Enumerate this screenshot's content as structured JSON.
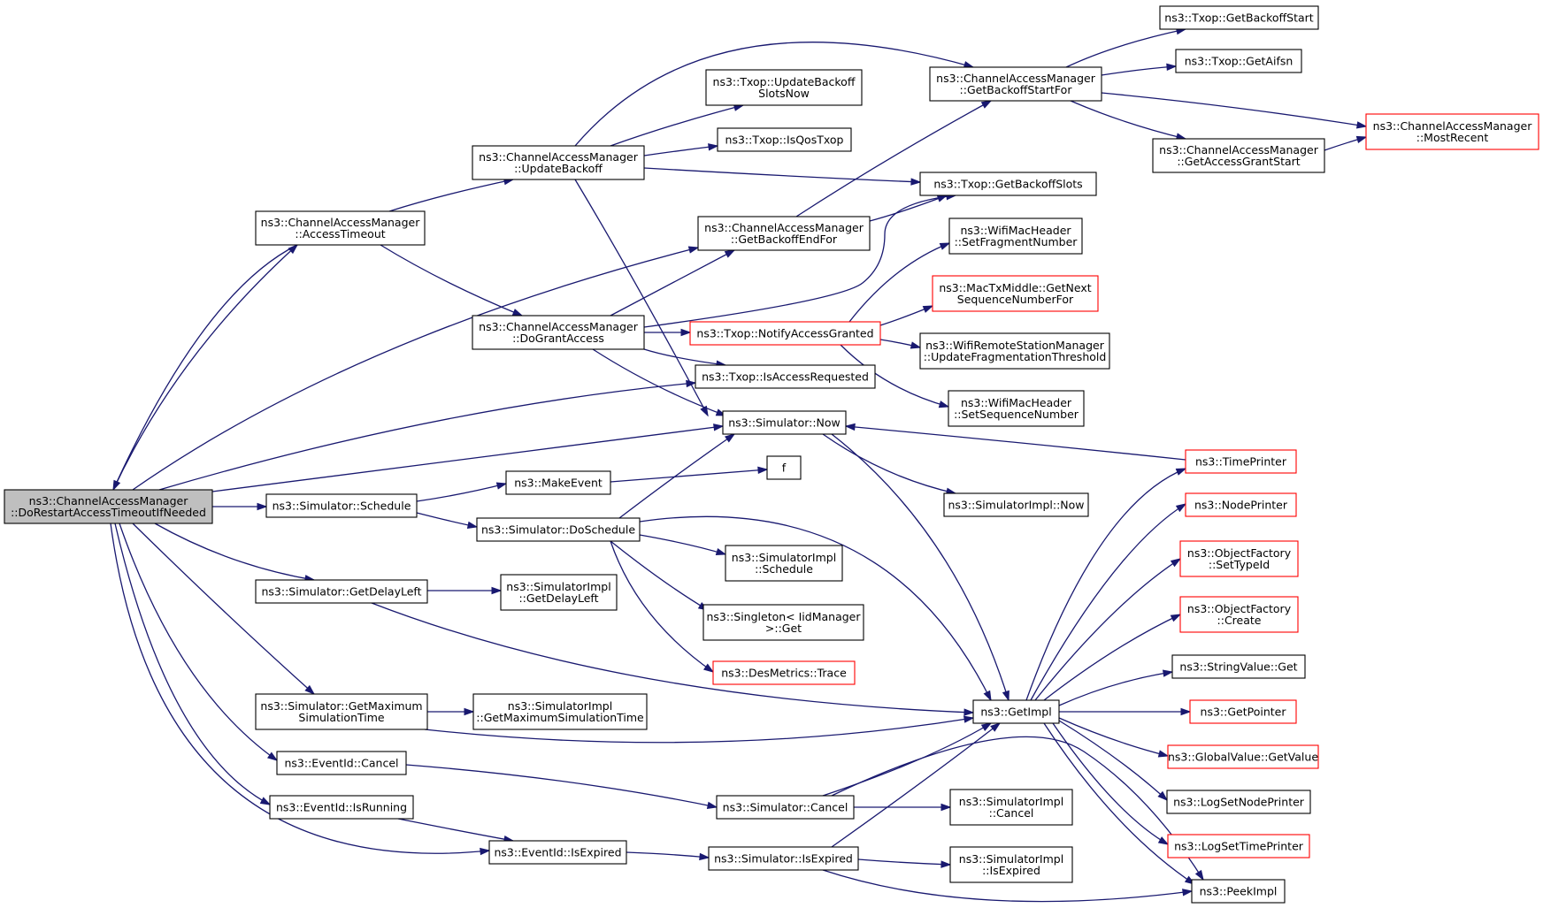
{
  "diagram": {
    "colors": {
      "edge": "#191970",
      "node_border": "#000000",
      "truncated_border": "#ff0000",
      "root_fill": "#bfbfbf"
    },
    "nodes": [
      {
        "id": "root",
        "lines": [
          "ns3::ChannelAccessManager",
          "::DoRestartAccessTimeoutIfNeeded"
        ],
        "style": "root"
      },
      {
        "id": "accessTimeout",
        "lines": [
          "ns3::ChannelAccessManager",
          "::AccessTimeout"
        ]
      },
      {
        "id": "updateBackoff",
        "lines": [
          "ns3::ChannelAccessManager",
          "::UpdateBackoff"
        ]
      },
      {
        "id": "doGrantAccess",
        "lines": [
          "ns3::ChannelAccessManager",
          "::DoGrantAccess"
        ]
      },
      {
        "id": "getBackoffEndFor",
        "lines": [
          "ns3::ChannelAccessManager",
          "::GetBackoffEndFor"
        ]
      },
      {
        "id": "getBackoffStartFor",
        "lines": [
          "ns3::ChannelAccessManager",
          "::GetBackoffStartFor"
        ]
      },
      {
        "id": "getAccessGrantStart",
        "lines": [
          "ns3::ChannelAccessManager",
          "::GetAccessGrantStart"
        ]
      },
      {
        "id": "mostRecent",
        "lines": [
          "ns3::ChannelAccessManager",
          "::MostRecent"
        ],
        "style": "truncated"
      },
      {
        "id": "txopGetBackoffStart",
        "lines": [
          "ns3::Txop::GetBackoffStart"
        ]
      },
      {
        "id": "txopGetAifsn",
        "lines": [
          "ns3::Txop::GetAifsn"
        ]
      },
      {
        "id": "txopUpdateBackoffSlotsNow",
        "lines": [
          "ns3::Txop::UpdateBackoff",
          "SlotsNow"
        ]
      },
      {
        "id": "txopIsQosTxop",
        "lines": [
          "ns3::Txop::IsQosTxop"
        ]
      },
      {
        "id": "txopGetBackoffSlots",
        "lines": [
          "ns3::Txop::GetBackoffSlots"
        ]
      },
      {
        "id": "setFragmentNumber",
        "lines": [
          "ns3::WifiMacHeader",
          "::SetFragmentNumber"
        ]
      },
      {
        "id": "getNextSequenceNumberFor",
        "lines": [
          "ns3::MacTxMiddle::GetNext",
          "SequenceNumberFor"
        ],
        "style": "truncated"
      },
      {
        "id": "notifyAccessGranted",
        "lines": [
          "ns3::Txop::NotifyAccessGranted"
        ],
        "style": "truncated"
      },
      {
        "id": "updateFragmentationThreshold",
        "lines": [
          "ns3::WifiRemoteStationManager",
          "::UpdateFragmentationThreshold"
        ]
      },
      {
        "id": "isAccessRequested",
        "lines": [
          "ns3::Txop::IsAccessRequested"
        ]
      },
      {
        "id": "setSequenceNumber",
        "lines": [
          "ns3::WifiMacHeader",
          "::SetSequenceNumber"
        ]
      },
      {
        "id": "simNow",
        "lines": [
          "ns3::Simulator::Now"
        ]
      },
      {
        "id": "timePrinter",
        "lines": [
          "ns3::TimePrinter"
        ],
        "style": "truncated"
      },
      {
        "id": "makeEvent",
        "lines": [
          "ns3::MakeEvent"
        ]
      },
      {
        "id": "f",
        "lines": [
          "f"
        ]
      },
      {
        "id": "simSchedule",
        "lines": [
          "ns3::Simulator::Schedule"
        ]
      },
      {
        "id": "simDoSchedule",
        "lines": [
          "ns3::Simulator::DoSchedule"
        ]
      },
      {
        "id": "simImplNow",
        "lines": [
          "ns3::SimulatorImpl::Now"
        ]
      },
      {
        "id": "nodePrinter",
        "lines": [
          "ns3::NodePrinter"
        ],
        "style": "truncated"
      },
      {
        "id": "simImplSchedule",
        "lines": [
          "ns3::SimulatorImpl",
          "::Schedule"
        ]
      },
      {
        "id": "objFactorySetTypeId",
        "lines": [
          "ns3::ObjectFactory",
          "::SetTypeId"
        ],
        "style": "truncated"
      },
      {
        "id": "simGetDelayLeft",
        "lines": [
          "ns3::Simulator::GetDelayLeft"
        ]
      },
      {
        "id": "simImplGetDelayLeft",
        "lines": [
          "ns3::SimulatorImpl",
          "::GetDelayLeft"
        ]
      },
      {
        "id": "singletonGet",
        "lines": [
          "ns3::Singleton< IidManager",
          ">::Get"
        ]
      },
      {
        "id": "objFactoryCreate",
        "lines": [
          "ns3::ObjectFactory",
          "::Create"
        ],
        "style": "truncated"
      },
      {
        "id": "desMetricsTrace",
        "lines": [
          "ns3::DesMetrics::Trace"
        ],
        "style": "truncated"
      },
      {
        "id": "stringValueGet",
        "lines": [
          "ns3::StringValue::Get"
        ]
      },
      {
        "id": "simGetMaxSimTime",
        "lines": [
          "ns3::Simulator::GetMaximum",
          "SimulationTime"
        ]
      },
      {
        "id": "simImplGetMaxSimTime",
        "lines": [
          "ns3::SimulatorImpl",
          "::GetMaximumSimulationTime"
        ]
      },
      {
        "id": "getImpl",
        "lines": [
          "ns3::GetImpl"
        ]
      },
      {
        "id": "getPointer",
        "lines": [
          "ns3::GetPointer"
        ],
        "style": "truncated"
      },
      {
        "id": "eventIdCancel",
        "lines": [
          "ns3::EventId::Cancel"
        ]
      },
      {
        "id": "globalValueGetValue",
        "lines": [
          "ns3::GlobalValue::GetValue"
        ],
        "style": "truncated"
      },
      {
        "id": "logSetNodePrinter",
        "lines": [
          "ns3::LogSetNodePrinter"
        ]
      },
      {
        "id": "simCancel",
        "lines": [
          "ns3::Simulator::Cancel"
        ]
      },
      {
        "id": "simImplCancel",
        "lines": [
          "ns3::SimulatorImpl",
          "::Cancel"
        ]
      },
      {
        "id": "eventIdIsRunning",
        "lines": [
          "ns3::EventId::IsRunning"
        ]
      },
      {
        "id": "logSetTimePrinter",
        "lines": [
          "ns3::LogSetTimePrinter"
        ],
        "style": "truncated"
      },
      {
        "id": "eventIdIsExpired",
        "lines": [
          "ns3::EventId::IsExpired"
        ]
      },
      {
        "id": "simIsExpired",
        "lines": [
          "ns3::Simulator::IsExpired"
        ]
      },
      {
        "id": "simImplIsExpired",
        "lines": [
          "ns3::SimulatorImpl",
          "::IsExpired"
        ]
      },
      {
        "id": "peekImpl",
        "lines": [
          "ns3::PeekImpl"
        ]
      }
    ],
    "edges": [
      [
        "root",
        "accessTimeout"
      ],
      [
        "accessTimeout",
        "root"
      ],
      [
        "root",
        "getBackoffEndFor"
      ],
      [
        "root",
        "isAccessRequested"
      ],
      [
        "root",
        "simNow"
      ],
      [
        "root",
        "simSchedule"
      ],
      [
        "root",
        "simGetDelayLeft"
      ],
      [
        "root",
        "simGetMaxSimTime"
      ],
      [
        "root",
        "eventIdCancel"
      ],
      [
        "root",
        "eventIdIsRunning"
      ],
      [
        "root",
        "eventIdIsExpired"
      ],
      [
        "accessTimeout",
        "updateBackoff"
      ],
      [
        "accessTimeout",
        "doGrantAccess"
      ],
      [
        "updateBackoff",
        "getBackoffStartFor"
      ],
      [
        "updateBackoff",
        "txopUpdateBackoffSlotsNow"
      ],
      [
        "updateBackoff",
        "txopIsQosTxop"
      ],
      [
        "updateBackoff",
        "txopGetBackoffSlots"
      ],
      [
        "updateBackoff",
        "simNow"
      ],
      [
        "getBackoffStartFor",
        "txopGetBackoffStart"
      ],
      [
        "getBackoffStartFor",
        "txopGetAifsn"
      ],
      [
        "getBackoffStartFor",
        "mostRecent"
      ],
      [
        "getBackoffStartFor",
        "getAccessGrantStart"
      ],
      [
        "getAccessGrantStart",
        "mostRecent"
      ],
      [
        "getBackoffEndFor",
        "getBackoffStartFor"
      ],
      [
        "getBackoffEndFor",
        "txopGetBackoffSlots"
      ],
      [
        "doGrantAccess",
        "getBackoffEndFor"
      ],
      [
        "doGrantAccess",
        "txopGetBackoffSlots"
      ],
      [
        "doGrantAccess",
        "notifyAccessGranted"
      ],
      [
        "doGrantAccess",
        "isAccessRequested"
      ],
      [
        "doGrantAccess",
        "simNow"
      ],
      [
        "notifyAccessGranted",
        "setFragmentNumber"
      ],
      [
        "notifyAccessGranted",
        "getNextSequenceNumberFor"
      ],
      [
        "notifyAccessGranted",
        "updateFragmentationThreshold"
      ],
      [
        "notifyAccessGranted",
        "setSequenceNumber"
      ],
      [
        "simNow",
        "getImpl"
      ],
      [
        "simNow",
        "simImplNow"
      ],
      [
        "timePrinter",
        "simNow"
      ],
      [
        "simSchedule",
        "makeEvent"
      ],
      [
        "simSchedule",
        "simDoSchedule"
      ],
      [
        "makeEvent",
        "f"
      ],
      [
        "simDoSchedule",
        "simNow"
      ],
      [
        "simDoSchedule",
        "getImpl"
      ],
      [
        "simDoSchedule",
        "simImplSchedule"
      ],
      [
        "simDoSchedule",
        "singletonGet"
      ],
      [
        "simDoSchedule",
        "desMetricsTrace"
      ],
      [
        "simGetDelayLeft",
        "simImplGetDelayLeft"
      ],
      [
        "simGetDelayLeft",
        "getImpl"
      ],
      [
        "simGetMaxSimTime",
        "simImplGetMaxSimTime"
      ],
      [
        "simGetMaxSimTime",
        "getImpl"
      ],
      [
        "getImpl",
        "timePrinter"
      ],
      [
        "getImpl",
        "nodePrinter"
      ],
      [
        "getImpl",
        "objFactorySetTypeId"
      ],
      [
        "getImpl",
        "objFactoryCreate"
      ],
      [
        "getImpl",
        "stringValueGet"
      ],
      [
        "getImpl",
        "getPointer"
      ],
      [
        "getImpl",
        "globalValueGetValue"
      ],
      [
        "getImpl",
        "logSetNodePrinter"
      ],
      [
        "getImpl",
        "logSetTimePrinter"
      ],
      [
        "getImpl",
        "peekImpl"
      ],
      [
        "eventIdCancel",
        "simCancel"
      ],
      [
        "simCancel",
        "getImpl"
      ],
      [
        "simCancel",
        "simImplCancel"
      ],
      [
        "simCancel",
        "peekImpl"
      ],
      [
        "eventIdIsRunning",
        "eventIdIsExpired"
      ],
      [
        "eventIdIsExpired",
        "simIsExpired"
      ],
      [
        "simIsExpired",
        "getImpl"
      ],
      [
        "simIsExpired",
        "simImplIsExpired"
      ],
      [
        "simIsExpired",
        "peekImpl"
      ]
    ]
  }
}
